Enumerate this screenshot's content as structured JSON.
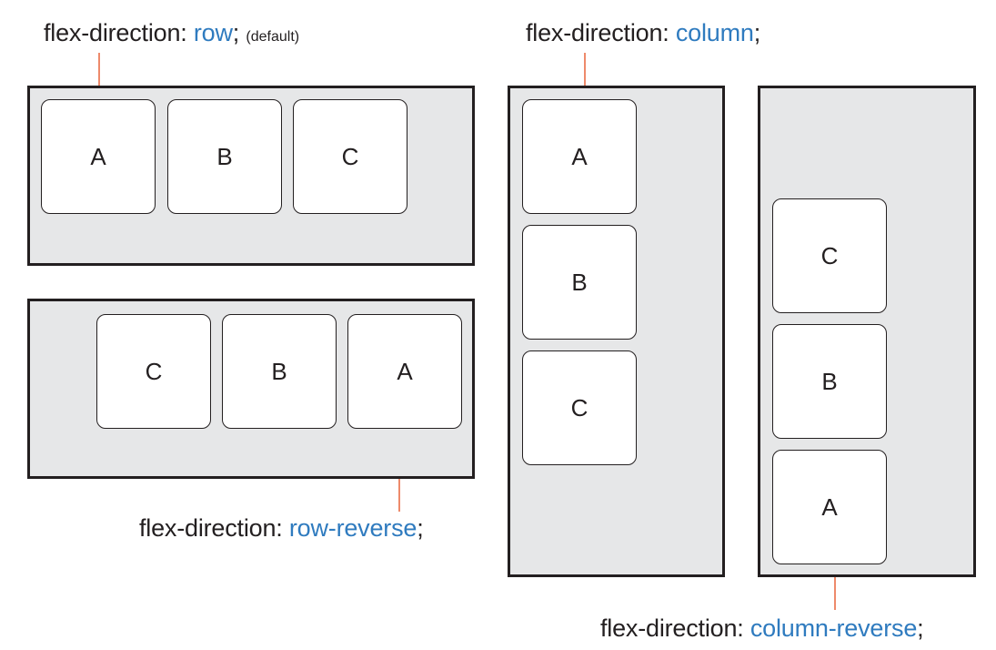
{
  "row": {
    "property": "flex-direction: ",
    "value": "row",
    "suffix": ";",
    "note": "(default)",
    "items": [
      "A",
      "B",
      "C"
    ]
  },
  "row_reverse": {
    "property": "flex-direction: ",
    "value": "row-reverse",
    "suffix": ";",
    "items": [
      "C",
      "B",
      "A"
    ]
  },
  "column": {
    "property": "flex-direction: ",
    "value": "column",
    "suffix": ";",
    "items": [
      "A",
      "B",
      "C"
    ]
  },
  "column_reverse": {
    "property": "flex-direction: ",
    "value": "column-reverse",
    "suffix": ";",
    "items": [
      "C",
      "B",
      "A"
    ]
  },
  "colors": {
    "text": "#231f20",
    "keyword": "#2f7bbf",
    "leader": "#ee8a6b",
    "container_fill": "#e6e7e8",
    "item_fill": "#ffffff"
  }
}
